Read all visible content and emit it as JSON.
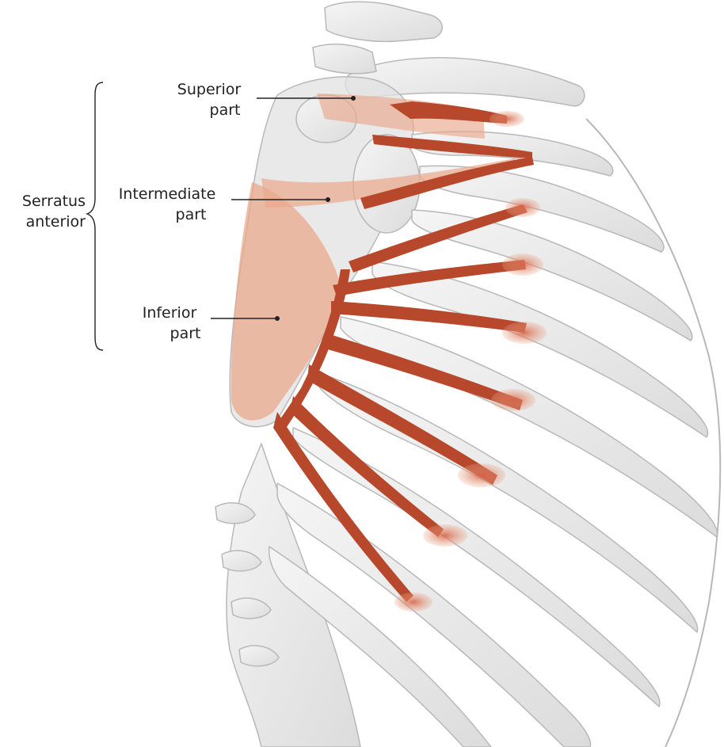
{
  "figure": {
    "group_label_line1": "Serratus",
    "group_label_line2": "anterior",
    "labels": [
      {
        "line1": "Superior",
        "line2": "part"
      },
      {
        "line1": "Intermediate",
        "line2": "part"
      },
      {
        "line1": "Inferior",
        "line2": "part"
      }
    ]
  },
  "colors": {
    "background": "#ffffff",
    "bone_fill": "#ebebeb",
    "bone_stroke": "#b8b8b8",
    "muscle_dark": "#b8482b",
    "muscle_light": "#e9a88c",
    "leader_line": "#222222",
    "text": "#222222"
  }
}
